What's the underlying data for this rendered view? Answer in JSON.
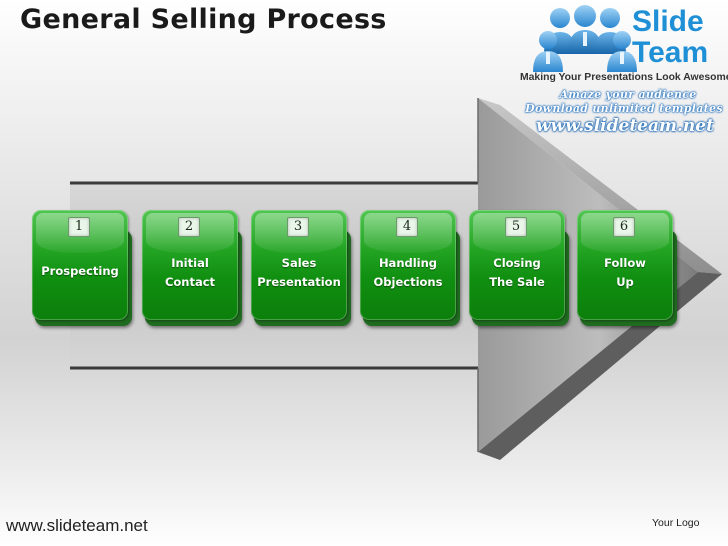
{
  "slide": {
    "title": "General Selling Process"
  },
  "brand": {
    "name_line1": "Slide",
    "name_line2": "Team",
    "tagline": "Making Your Presentations Look Awesome",
    "amaze": "Amaze your audience",
    "download": "Download unlimited templates",
    "url": "www.slideteam.net"
  },
  "steps": [
    {
      "number": "1",
      "label": "Prospecting"
    },
    {
      "number": "2",
      "label": "Initial\nContact"
    },
    {
      "number": "3",
      "label": "Sales\nPresentation"
    },
    {
      "number": "4",
      "label": "Handling\nObjections"
    },
    {
      "number": "5",
      "label": "Closing\nThe Sale"
    },
    {
      "number": "6",
      "label": "Follow\nUp"
    }
  ],
  "footer": {
    "url": "www.slideteam.net",
    "logo": "Your Logo"
  },
  "colors": {
    "step_green": "#119011",
    "arrow_gray": "#8c8c8c",
    "brand_blue": "#1f8fd6"
  }
}
